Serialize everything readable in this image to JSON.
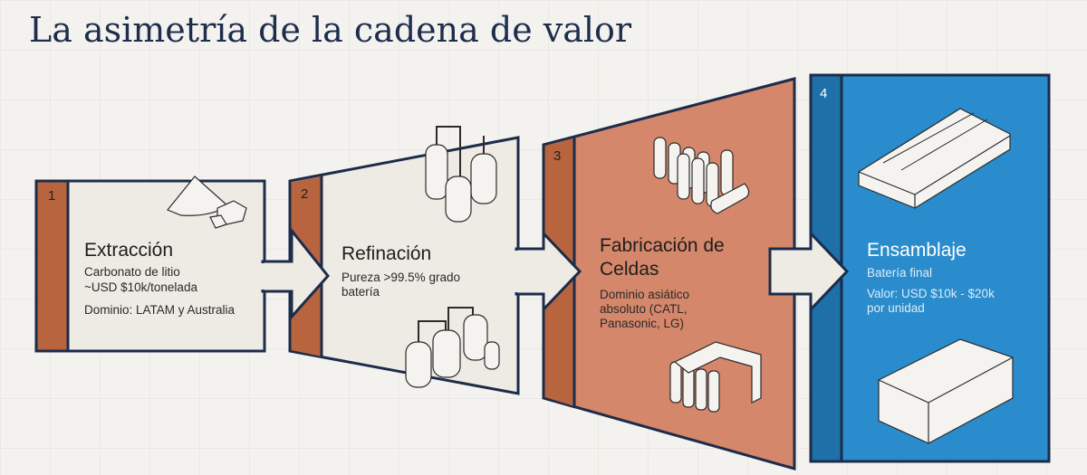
{
  "title": "La asimetría de la cadena de valor",
  "colors": {
    "navy": "#1c2c4a",
    "orange": "#d4876a",
    "orange_dark": "#b8643f",
    "blue": "#2a8ccc",
    "blue_dark": "#1f6fa8",
    "panel": "#eeebe4",
    "background": "#f3f2ee"
  },
  "stages": [
    {
      "number": "1",
      "title": "Extracción",
      "lines": [
        "Carbonato de litio",
        "~USD $10k/tonelada"
      ],
      "note": "Dominio: LATAM y Australia",
      "icon": "lithium-pile-icon"
    },
    {
      "number": "2",
      "title": "Refinación",
      "lines": [
        "Pureza >99.5% grado",
        "batería"
      ],
      "icon": "refinery-tanks-icon"
    },
    {
      "number": "3",
      "title_lines": [
        "Fabricación de",
        "Celdas"
      ],
      "lines": [
        "Dominio asiático",
        "absoluto (CATL,",
        "Panasonic, LG)"
      ],
      "icon": "battery-cells-icon"
    },
    {
      "number": "4",
      "title": "Ensamblaje",
      "subtitle": "Batería final",
      "lines": [
        "Valor: USD $10k - $20k",
        "por unidad"
      ],
      "icon": "battery-pack-icon"
    }
  ]
}
